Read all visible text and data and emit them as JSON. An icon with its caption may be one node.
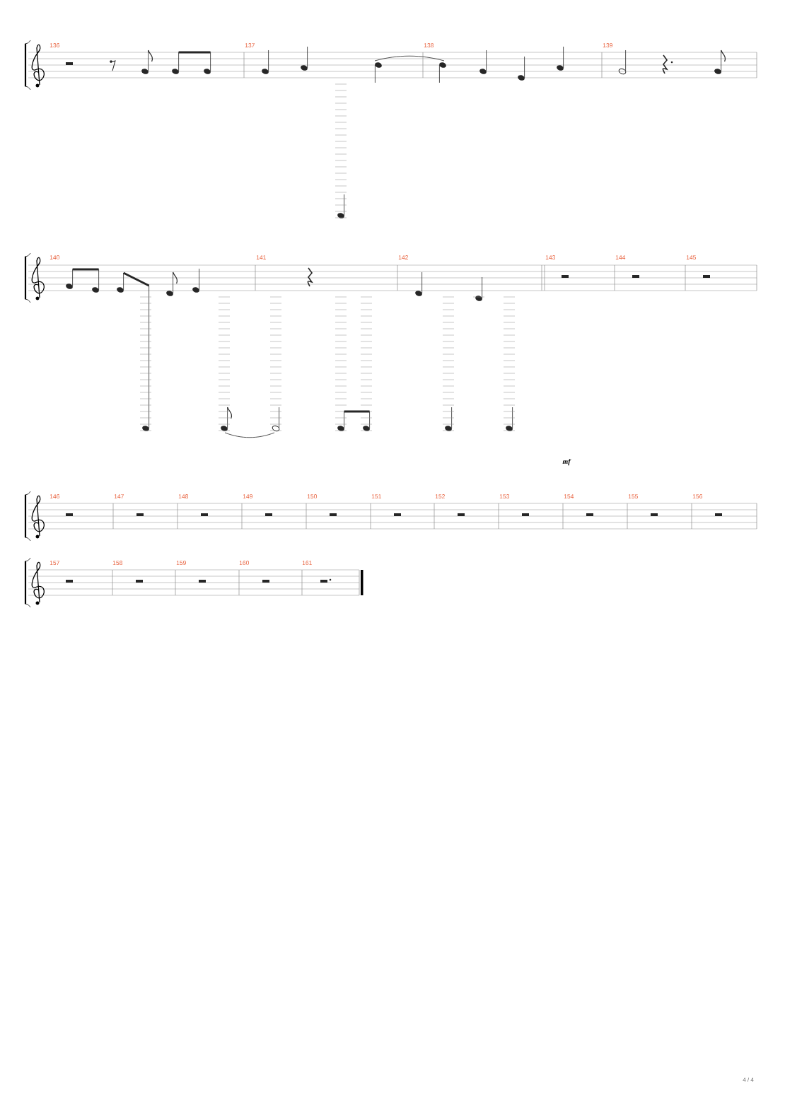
{
  "diagram": {
    "labels": [
      "136",
      "137",
      "138",
      "139",
      "140",
      "141",
      "142",
      "143",
      "144",
      "145",
      "146",
      "147",
      "148",
      "149",
      "150",
      "151",
      "152",
      "153",
      "154",
      "155",
      "156",
      "157",
      "158",
      "159",
      "160",
      "161",
      "mf",
      "4 / 4"
    ]
  }
}
